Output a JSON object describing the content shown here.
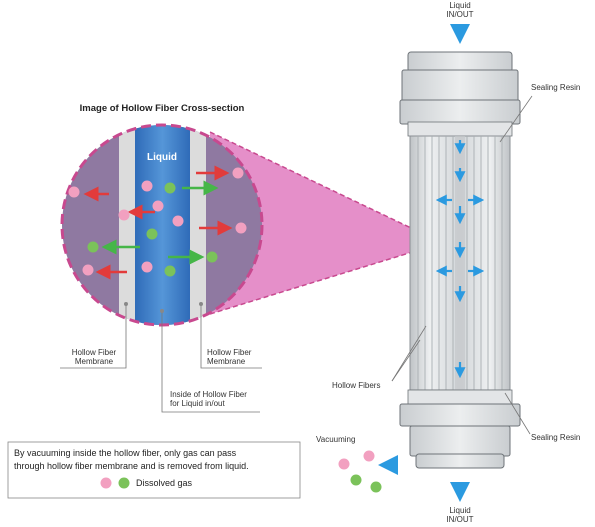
{
  "title": "Image of Hollow Fiber Cross-section",
  "liquid_label": "Liquid",
  "labels": {
    "liquid_in_out_top_line1": "Liquid",
    "liquid_in_out_top_line2": "IN/OUT",
    "liquid_in_out_bottom_line1": "Liquid",
    "liquid_in_out_bottom_line2": "IN/OUT",
    "sealing_resin_top": "Sealing Resin",
    "sealing_resin_bottom": "Sealing Resin",
    "hollow_fibers": "Hollow Fibers",
    "membrane_left_line1": "Hollow Fiber",
    "membrane_left_line2": "Membrane",
    "membrane_right_line1": "Hollow Fiber",
    "membrane_right_line2": "Membrane",
    "inside_line1": "Inside of Hollow Fiber",
    "inside_line2": "for Liquid in/out",
    "vacuuming": "Vacuuming"
  },
  "note": {
    "line1": "By vacuuming inside the hollow fiber, only gas can pass",
    "line2": "through hollow fiber membrane and is removed from liquid.",
    "legend": "Dissolved gas"
  },
  "colors": {
    "outer_gas_region": "#8f79a1",
    "membrane": "#dcdcdc",
    "liquid_channel": "#3f7fc6",
    "dashed_border": "#c8498f",
    "magnifier_cone": "#e07bbf",
    "pink_gas": "#f2a0c0",
    "green_gas": "#7bc25a",
    "red_arrow": "#e23b3b",
    "green_arrow": "#46b648",
    "blue_arrow": "#2b9ae0"
  }
}
